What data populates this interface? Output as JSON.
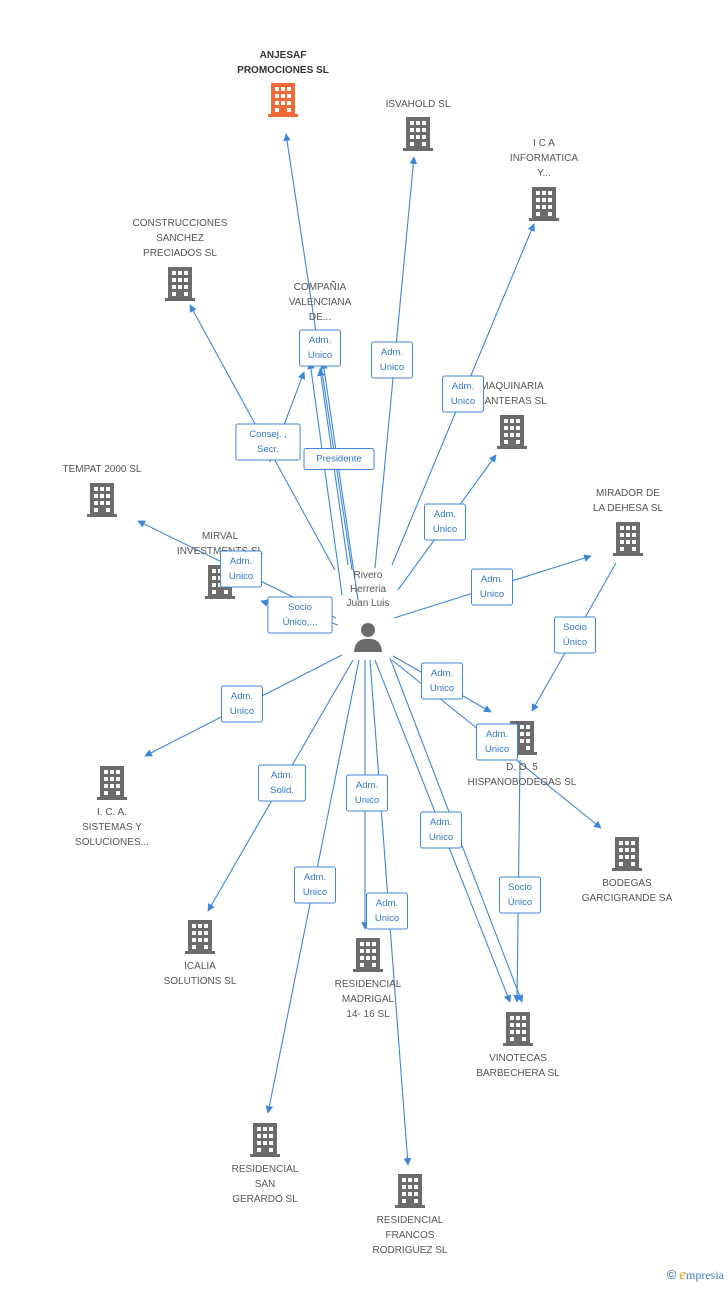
{
  "colors": {
    "edge": "#3f87d6",
    "node": "#6b6b6b",
    "highlight": "#f06a35",
    "person": "#6b6b6b"
  },
  "center": {
    "name": "center-person",
    "label": [
      "Rivero",
      "Herreria",
      "Juan Luis"
    ],
    "icon": "person-icon"
  },
  "nodes": [
    {
      "id": "anjesaf",
      "label": [
        "ANJESAF",
        "PROMOCIONES SL"
      ],
      "icon": "building-icon",
      "highlight": true
    },
    {
      "id": "isvahold",
      "label": [
        "ISVAHOLD SL"
      ],
      "icon": "building-icon"
    },
    {
      "id": "ica-informatica",
      "label": [
        "I C A",
        "INFORMATICA",
        "Y..."
      ],
      "icon": "building-icon"
    },
    {
      "id": "construcciones",
      "label": [
        "CONSTRUCCIONES",
        "SANCHEZ",
        "PRECIADOS SL"
      ],
      "icon": "building-icon"
    },
    {
      "id": "compania",
      "label": [
        "COMPAÑIA",
        "VALENCIANA",
        "DE..."
      ],
      "icon": "building-icon"
    },
    {
      "id": "maquinaria",
      "label": [
        "MAQUINARIA",
        "CANTERAS SL"
      ],
      "icon": "building-icon"
    },
    {
      "id": "tempat",
      "label": [
        "TEMPAT 2000 SL"
      ],
      "icon": "building-icon"
    },
    {
      "id": "mirval",
      "label": [
        "MIRVAL",
        "INVESTMENTS SL"
      ],
      "icon": "building-icon"
    },
    {
      "id": "mirador",
      "label": [
        "MIRADOR DE",
        "LA DEHESA SL"
      ],
      "icon": "building-icon"
    },
    {
      "id": "dos",
      "label": [
        "D. O. 5",
        "HISPANOBODEGAS SL"
      ],
      "icon": "building-icon"
    },
    {
      "id": "ica-sistemas",
      "label": [
        "I. C. A.",
        "SISTEMAS Y",
        "SOLUCIONES..."
      ],
      "icon": "building-icon"
    },
    {
      "id": "bodegas",
      "label": [
        "BODEGAS",
        "GARCIGRANDE SA"
      ],
      "icon": "building-icon"
    },
    {
      "id": "icalia",
      "label": [
        "ICALIA",
        "SOLUTIONS SL"
      ],
      "icon": "building-icon"
    },
    {
      "id": "madrigal",
      "label": [
        "RESIDENCIAL",
        "MADRIGAL",
        "14- 16 SL"
      ],
      "icon": "building-icon"
    },
    {
      "id": "vinotecas",
      "label": [
        "VINOTECAS",
        "BARBECHERA SL"
      ],
      "icon": "building-icon"
    },
    {
      "id": "san-gerardo",
      "label": [
        "RESIDENCIAL",
        "SAN",
        "GERARDO SL"
      ],
      "icon": "building-icon"
    },
    {
      "id": "francos",
      "label": [
        "RESIDENCIAL",
        "FRANCOS",
        "RODRIGUEZ SL"
      ],
      "icon": "building-icon"
    }
  ],
  "edges": [
    {
      "to": "anjesaf",
      "label": [
        "Adm.",
        "Unico"
      ]
    },
    {
      "to": "isvahold",
      "label": [
        "Adm.",
        "Unico"
      ]
    },
    {
      "to": "ica-informatica",
      "label": [
        "Adm.",
        "Unico"
      ]
    },
    {
      "to": "construcciones",
      "label": [
        "Consej. ,",
        "Secr."
      ]
    },
    {
      "to": "compania",
      "label": [
        "Presidente"
      ]
    },
    {
      "to": "maquinaria",
      "label": [
        "Adm.",
        "Unico"
      ]
    },
    {
      "to": "tempat",
      "label": [
        "Adm.",
        "Unico"
      ]
    },
    {
      "to": "mirval",
      "label": [
        "Socio",
        "Único,..."
      ]
    },
    {
      "to": "mirador",
      "label": [
        "Adm.",
        "Unico"
      ]
    },
    {
      "to": "dos",
      "label": [
        "Adm.",
        "Unico"
      ]
    },
    {
      "to": "ica-sistemas",
      "label": [
        "Adm.",
        "Unico"
      ]
    },
    {
      "to": "bodegas",
      "label": [
        "Adm.",
        "Unico"
      ]
    },
    {
      "to": "icalia",
      "label": [
        "Adm.",
        "Solid."
      ]
    },
    {
      "to": "madrigal",
      "label": [
        "Adm.",
        "Unico"
      ]
    },
    {
      "to": "vinotecas",
      "label": [
        "Adm.",
        "Unico"
      ]
    },
    {
      "to": "san-gerardo",
      "label": [
        "Adm.",
        "Unico"
      ]
    },
    {
      "to": "francos",
      "label": [
        "Adm.",
        "Unico"
      ]
    },
    {
      "from": "mirador",
      "to": "dos",
      "label": [
        "Socio",
        "Único"
      ]
    },
    {
      "from": "dos",
      "to": "vinotecas",
      "label": [
        "Socio",
        "Único"
      ]
    }
  ],
  "footer": {
    "copyright": "©",
    "brand_initial": "e",
    "brand_rest": "mpresia"
  }
}
